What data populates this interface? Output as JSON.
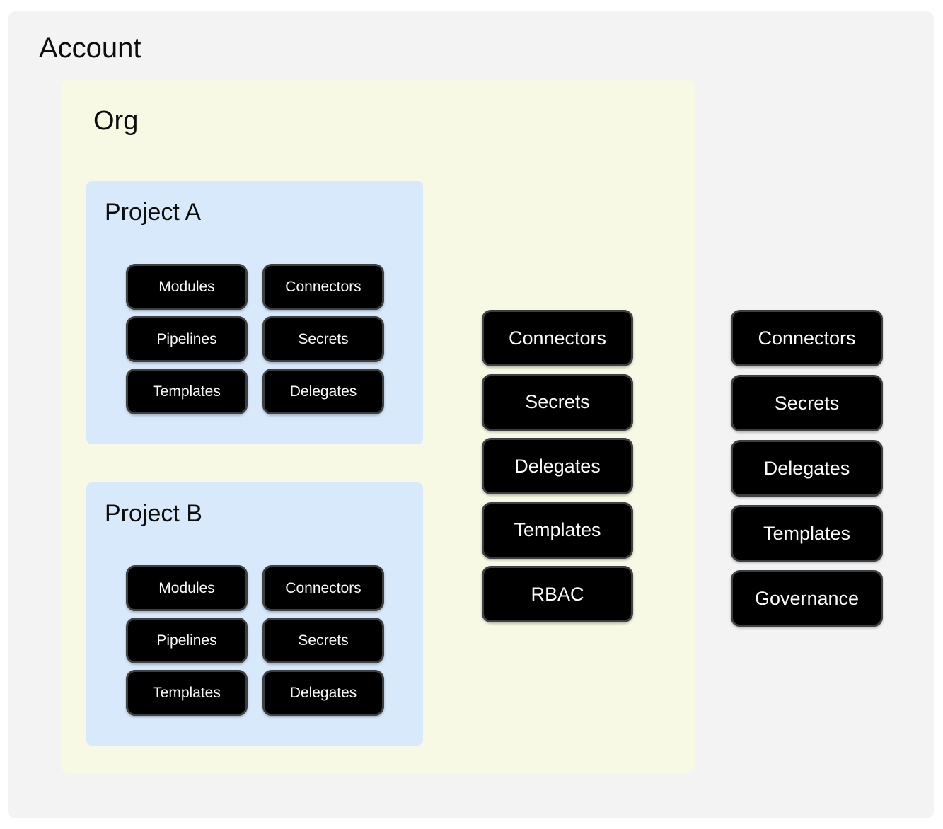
{
  "colors": {
    "page_bg": "#ffffff",
    "account_bg": "#f3f3f4",
    "org_bg": "#f7f9e4",
    "project_bg": "#d9e9fc",
    "button_bg": "#000000",
    "button_border": "#3d4043",
    "button_text": "#fafafa",
    "title_text": "#0d0d0d"
  },
  "account": {
    "title": "Account",
    "buttons": [
      "Connectors",
      "Secrets",
      "Delegates",
      "Templates",
      "Governance"
    ]
  },
  "org": {
    "title": "Org",
    "buttons": [
      "Connectors",
      "Secrets",
      "Delegates",
      "Templates",
      "RBAC"
    ]
  },
  "projects": [
    {
      "title": "Project A",
      "buttons": [
        "Modules",
        "Connectors",
        "Pipelines",
        "Secrets",
        "Templates",
        "Delegates"
      ]
    },
    {
      "title": "Project B",
      "buttons": [
        "Modules",
        "Connectors",
        "Pipelines",
        "Secrets",
        "Templates",
        "Delegates"
      ]
    }
  ]
}
